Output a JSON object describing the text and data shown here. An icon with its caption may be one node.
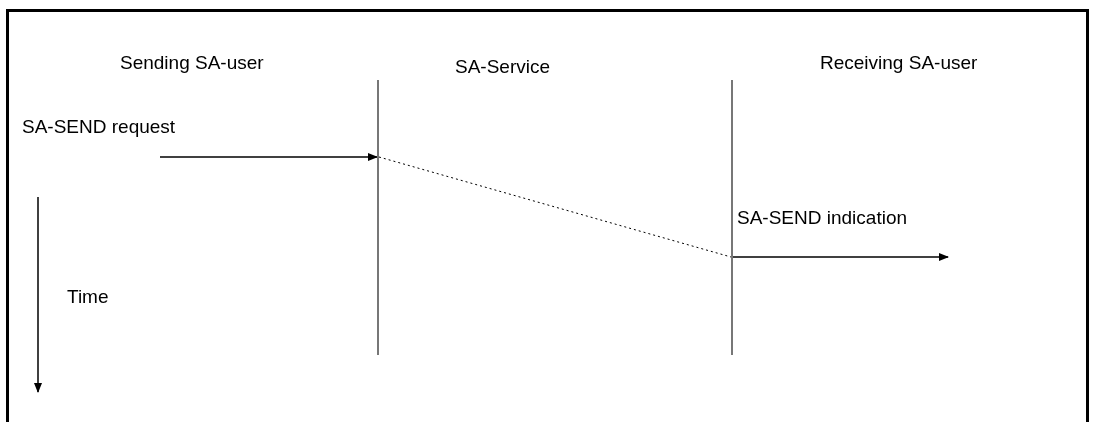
{
  "diagram": {
    "nodes": [
      {
        "text": [
          "Sending SA-user"
        ]
      },
      {
        "text": [
          "SA-Service"
        ]
      },
      {
        "text": [
          "Receiving SA-user"
        ]
      },
      {
        "text": [],
        "shape": "bar"
      },
      {
        "text": [],
        "shape": "bar"
      }
    ],
    "edges": [
      {
        "from": null,
        "to": 3,
        "arrow": "to",
        "label": "SA-SEND request"
      },
      {
        "from": 3,
        "to": 4,
        "arrow": "none",
        "style": "dashed"
      },
      {
        "from": 4,
        "to": null,
        "arrow": "to",
        "label": "SA-SEND indication"
      }
    ],
    "labels": [
      "Time"
    ]
  }
}
